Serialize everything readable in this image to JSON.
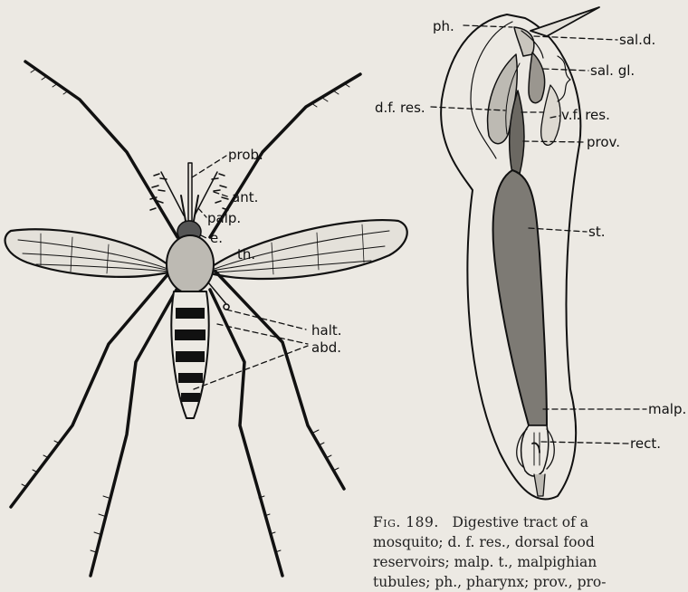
{
  "mosquito_labels": {
    "prob": "prob.",
    "ant": "ant.",
    "palp": "palp.",
    "e": "e.",
    "th": "th.",
    "halt": "halt.",
    "abd": "abd."
  },
  "digestive_labels": {
    "ph": "ph.",
    "sal_d": "sal.d.",
    "sal_gl": "sal. gl.",
    "df_res": "d.f. res.",
    "vf_res": "v.f. res.",
    "prov": "prov.",
    "st": "st.",
    "malp_t": "malp. t.",
    "rect": "rect."
  },
  "caption": {
    "fig_number": "Fig. 189.",
    "lines": [
      "Digestive tract of a",
      "mosquito; d. f. res., dorsal food",
      "reservoirs; malp. t., malpighian",
      "tubules; ph., pharynx; prov., pro-"
    ]
  },
  "colors": {
    "ink": "#111111",
    "paper": "#ece9e3"
  }
}
